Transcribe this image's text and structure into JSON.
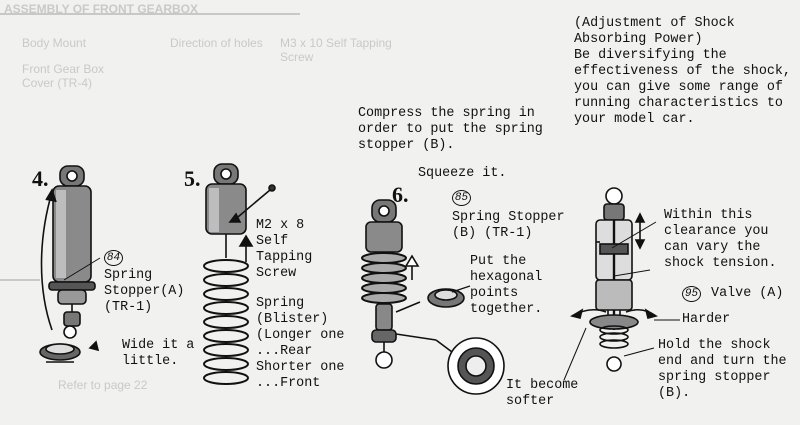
{
  "background_text": {
    "assembly_title": "ASSEMBLY OF FRONT GEARBOX",
    "body_mount": "Body Mount",
    "direction_of_holes": "Direction of holes",
    "front_gear_box_cover": "Front Gear Box Cover (TR-4)",
    "tapping_screw": "M3 x 10 Self Tapping Screw",
    "refer_to_page": "Refer to page 22"
  },
  "info_box": {
    "title": "(Adjustment of Shock Absorbing Power)",
    "body": "Be diversifying the effectiveness of the shock, you can give some range of running characteristics to your model car."
  },
  "compress_note": "Compress the spring in order to put the spring stopper (B).",
  "steps": [
    {
      "number": "4.",
      "part_no": "84",
      "part_label": "Spring Stopper(A) (TR-1)",
      "action": "Wide it a little."
    },
    {
      "number": "5.",
      "screw": "M2 x 8 Self Tapping Screw",
      "spring": "Spring (Blister) (Longer one ...Rear Shorter one ...Front"
    },
    {
      "number": "6.",
      "squeeze": "Squeeze it.",
      "part_no": "85",
      "part_label": "Spring Stopper (B) (TR-1)",
      "action": "Put the hexagonal points together."
    }
  ],
  "adjust": {
    "clearance": "Within this clearance you can vary the shock tension.",
    "valve_no": "95",
    "valve_label": "Valve (A)",
    "harder": "Harder",
    "hold": "Hold the shock end and turn the spring stopper (B).",
    "softer": "It become softer"
  }
}
